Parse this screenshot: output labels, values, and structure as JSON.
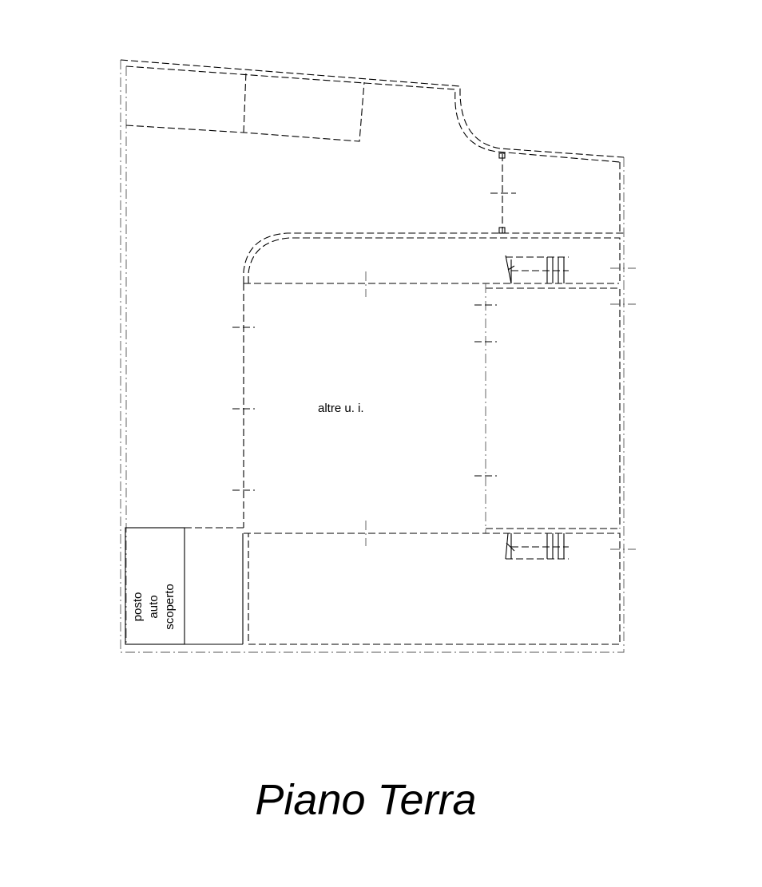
{
  "plan": {
    "title": "Piano Terra",
    "labels": {
      "other_units": "altre u. i.",
      "parking_line1": "posto",
      "parking_line2": "auto",
      "parking_line3": "scoperto"
    }
  }
}
